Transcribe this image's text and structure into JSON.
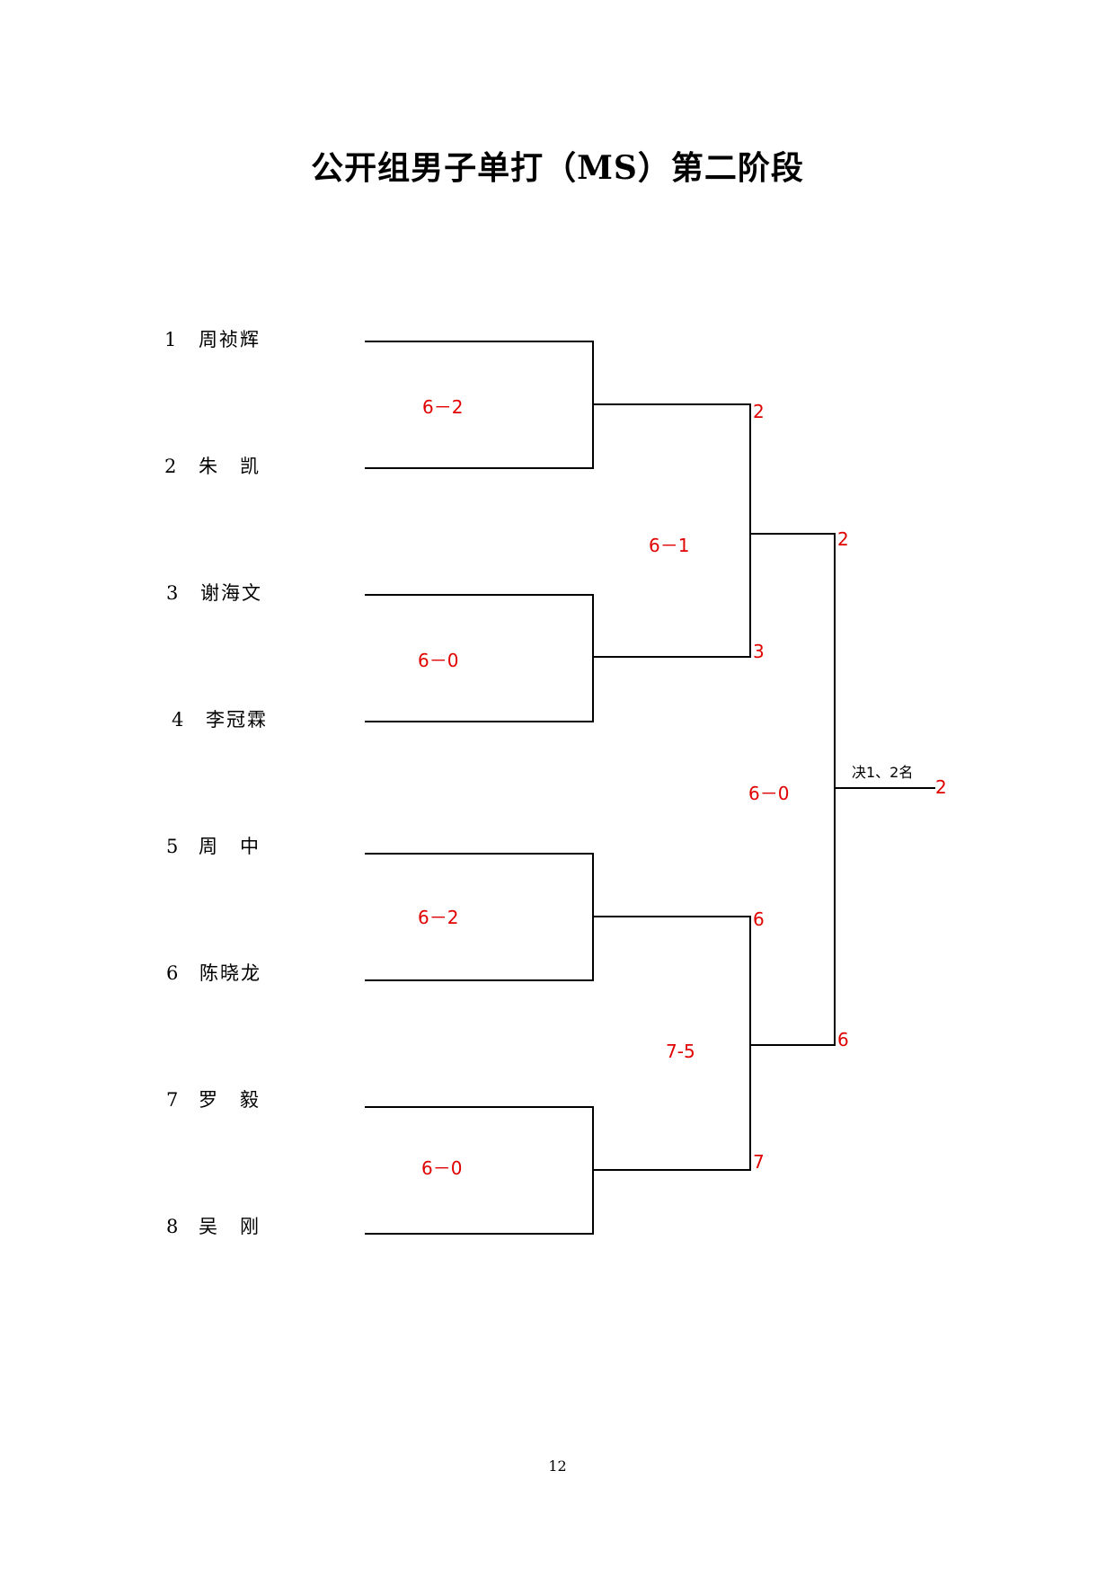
{
  "title": "公开组男子单打（MS）第二阶段",
  "players": [
    {
      "seed": "1",
      "name": "周祯辉"
    },
    {
      "seed": "2",
      "name": "朱　凯"
    },
    {
      "seed": "3",
      "name": "谢海文"
    },
    {
      "seed": "4",
      "name": "李冠霖"
    },
    {
      "seed": "5",
      "name": "周　中"
    },
    {
      "seed": "6",
      "name": "陈晓龙"
    },
    {
      "seed": "7",
      "name": "罗　毅"
    },
    {
      "seed": "8",
      "name": "吴　刚"
    }
  ],
  "round1": [
    {
      "score": "6－2",
      "winner": "2"
    },
    {
      "score": "6－0",
      "winner": "3"
    },
    {
      "score": "6－2",
      "winner": "6"
    },
    {
      "score": "6－0",
      "winner": "7"
    }
  ],
  "semifinal": [
    {
      "score": "6－1",
      "winner": "2"
    },
    {
      "score": "7-5",
      "winner": "6"
    }
  ],
  "final": {
    "label": "决1、2名",
    "score": "6－0",
    "winner": "2"
  },
  "page_number": "12",
  "colors": {
    "score": "#e00000",
    "line": "#000000"
  }
}
